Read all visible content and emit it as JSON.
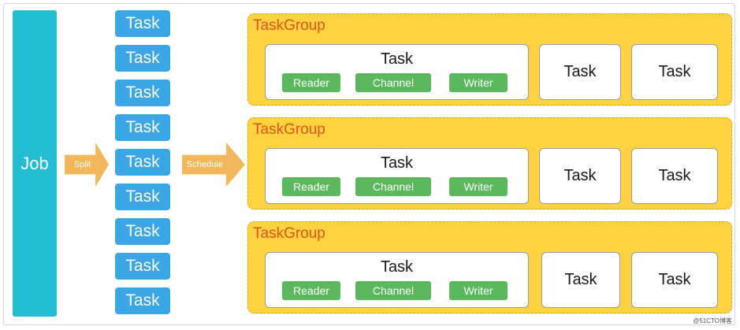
{
  "job": {
    "label": "Job"
  },
  "split": {
    "label": "Split"
  },
  "schedule": {
    "label": "Schedule"
  },
  "tasks": [
    "Task",
    "Task",
    "Task",
    "Task",
    "Task",
    "Task",
    "Task",
    "Task",
    "Task"
  ],
  "task_groups": [
    {
      "label": "TaskGroup",
      "main_task": "Task",
      "components": [
        "Reader",
        "Channel",
        "Writer"
      ],
      "other_tasks": [
        "Task",
        "Task"
      ]
    },
    {
      "label": "TaskGroup",
      "main_task": "Task",
      "components": [
        "Reader",
        "Channel",
        "Writer"
      ],
      "other_tasks": [
        "Task",
        "Task"
      ]
    },
    {
      "label": "TaskGroup",
      "main_task": "Task",
      "components": [
        "Reader",
        "Channel",
        "Writer"
      ],
      "other_tasks": [
        "Task",
        "Task"
      ]
    }
  ],
  "watermark": "@51CTO博客",
  "colors": {
    "job": "#23bcd0",
    "task": "#3aa6e6",
    "arrow": "#f2b65b",
    "taskgroup_fill": "#ffd33f",
    "taskgroup_label": "#e0531b",
    "component": "#5cb85c"
  }
}
